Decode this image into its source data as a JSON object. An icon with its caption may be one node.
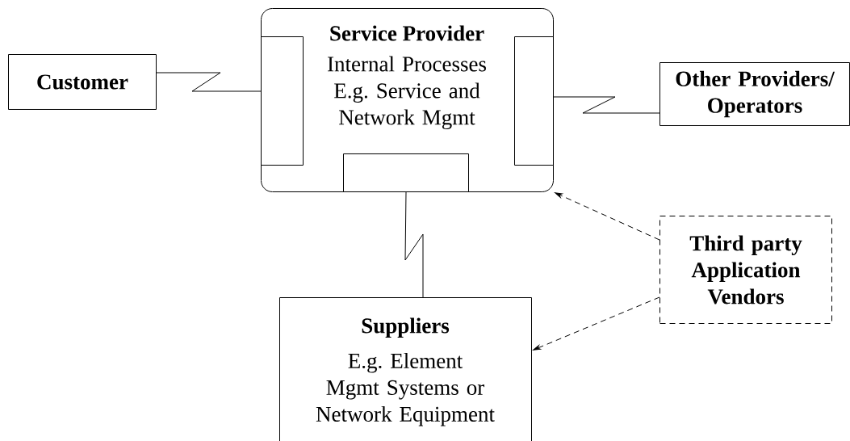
{
  "diagram": {
    "nodes": [
      {
        "text": [
          "Customer"
        ]
      },
      {
        "text": [
          "Service Provider",
          "Internal Processes E.g. Service and Network Mgmt"
        ]
      },
      {
        "text": [],
        "shape": "box",
        "in": 1
      },
      {
        "text": [],
        "shape": "box",
        "in": 1
      },
      {
        "text": [],
        "shape": "box",
        "in": 1
      },
      {
        "text": [
          "Other Providers/ Operators"
        ]
      },
      {
        "text": [
          "Suppliers",
          "E.g. Element Mgmt Systems or Network Equipment"
        ]
      },
      {
        "text": [
          "Third party Application Vendors"
        ]
      }
    ],
    "edges": [
      {
        "from": 0,
        "to": 2,
        "arrow": "none"
      },
      {
        "from": 4,
        "to": 5,
        "arrow": "none"
      },
      {
        "from": 3,
        "to": 6,
        "arrow": "none"
      },
      {
        "from": 7,
        "to": 1,
        "arrow": "to",
        "style": "dashed"
      },
      {
        "from": 7,
        "to": 6,
        "arrow": "to",
        "style": "dashed"
      }
    ]
  }
}
